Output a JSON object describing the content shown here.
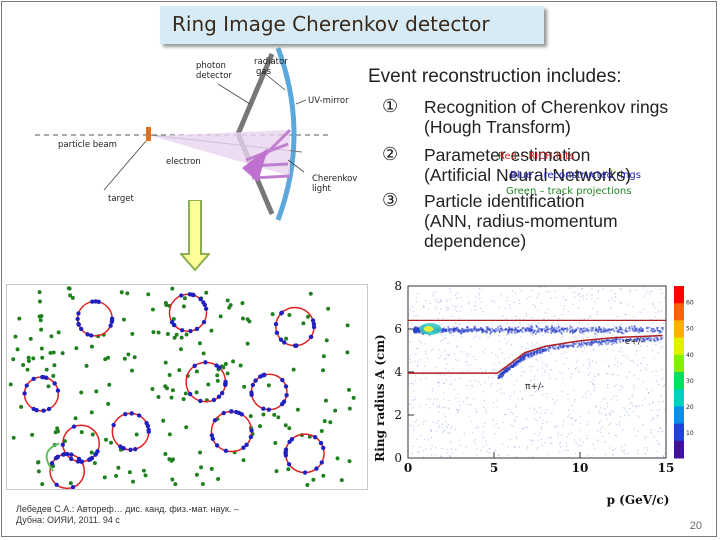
{
  "title": "Ring Image Cherenkov detector",
  "schematic": {
    "photon_detector": [
      "photon",
      "detector"
    ],
    "radiator_gas": [
      "radiator",
      "gas"
    ],
    "uv_mirror": "UV-mirror",
    "particle_beam": "particle beam",
    "electron": "electron",
    "target": "target",
    "cherenkov_light": [
      "Cherenkov",
      "light"
    ]
  },
  "reconstruction": {
    "heading": "Event reconstruction includes:",
    "items": [
      {
        "num": "①",
        "text": "Recognition of Cherenkov rings\n(Hough Transform)"
      },
      {
        "num": "②",
        "text": "Parameter estimation\n(Artificial Neural Networks)"
      },
      {
        "num": "③",
        "text": "Particle identification\n(ANN, radius-momentum\ndependence)"
      }
    ],
    "legend": {
      "red": "Red – RICH hits",
      "blue": "Blue – reconstructed rings",
      "green": "Green – track projections",
      "red_color": "#e02020",
      "blue_color": "#2020c0",
      "green_color": "#208020"
    }
  },
  "caption": [
    "Лебедев С.А.: Автореф… дис. канд. физ.-мат. наук. –",
    "Дубна: ОИЯИ, 2011. 94 с"
  ],
  "page_number": "20",
  "plot": {
    "ylabel": "Ring radius A (cm)",
    "xlabel": "p (GeV/c)",
    "x_ticks": [
      "0",
      "5",
      "10",
      "15"
    ],
    "y_ticks": [
      "0",
      "2",
      "4",
      "6",
      "8"
    ],
    "xlim": [
      0,
      15
    ],
    "ylim": [
      0,
      8
    ],
    "colorbar_ticks": [
      "10",
      "20",
      "30",
      "40",
      "50",
      "60"
    ],
    "band_labels": {
      "electron": "e+/-",
      "pion": "π+/-"
    },
    "electron_band_radius": 6.0,
    "pion_curve": [
      [
        5.2,
        4.0
      ],
      [
        5.8,
        4.4
      ],
      [
        6.8,
        5.0
      ],
      [
        8,
        5.3
      ],
      [
        10,
        5.55
      ],
      [
        12,
        5.7
      ],
      [
        14.8,
        5.8
      ]
    ]
  }
}
